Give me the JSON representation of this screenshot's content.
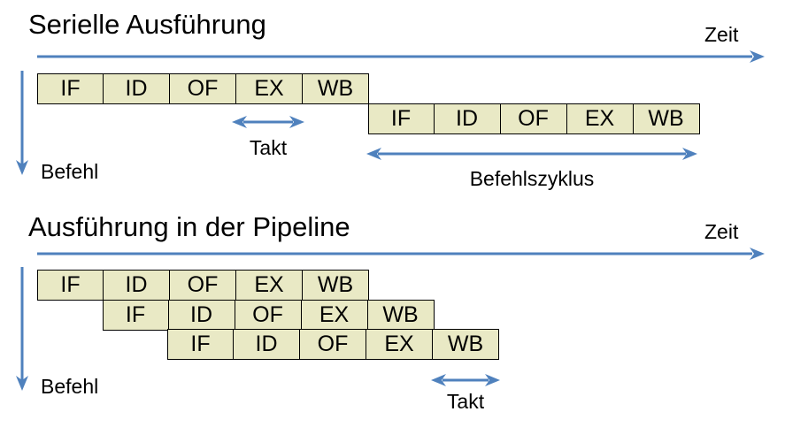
{
  "colors": {
    "box_fill": "#e9e9c5",
    "box_border": "#000000",
    "arrow": "#4f81bd",
    "text": "#000000"
  },
  "serial_section": {
    "title": "Serielle Ausführung",
    "zeit_label": "Zeit",
    "befehl_label": "Befehl",
    "takt_label": "Takt",
    "befehlszyklus_label": "Befehlszyklus",
    "row1_stages": [
      "IF",
      "ID",
      "OF",
      "EX",
      "WB"
    ],
    "row2_stages": [
      "IF",
      "ID",
      "OF",
      "EX",
      "WB"
    ]
  },
  "pipeline_section": {
    "title": "Ausführung in der Pipeline",
    "zeit_label": "Zeit",
    "befehl_label": "Befehl",
    "takt_label": "Takt",
    "row1_stages": [
      "IF",
      "ID",
      "OF",
      "EX",
      "WB"
    ],
    "row2_stages": [
      "IF",
      "ID",
      "OF",
      "EX",
      "WB"
    ],
    "row3_stages": [
      "IF",
      "ID",
      "OF",
      "EX",
      "WB"
    ]
  }
}
